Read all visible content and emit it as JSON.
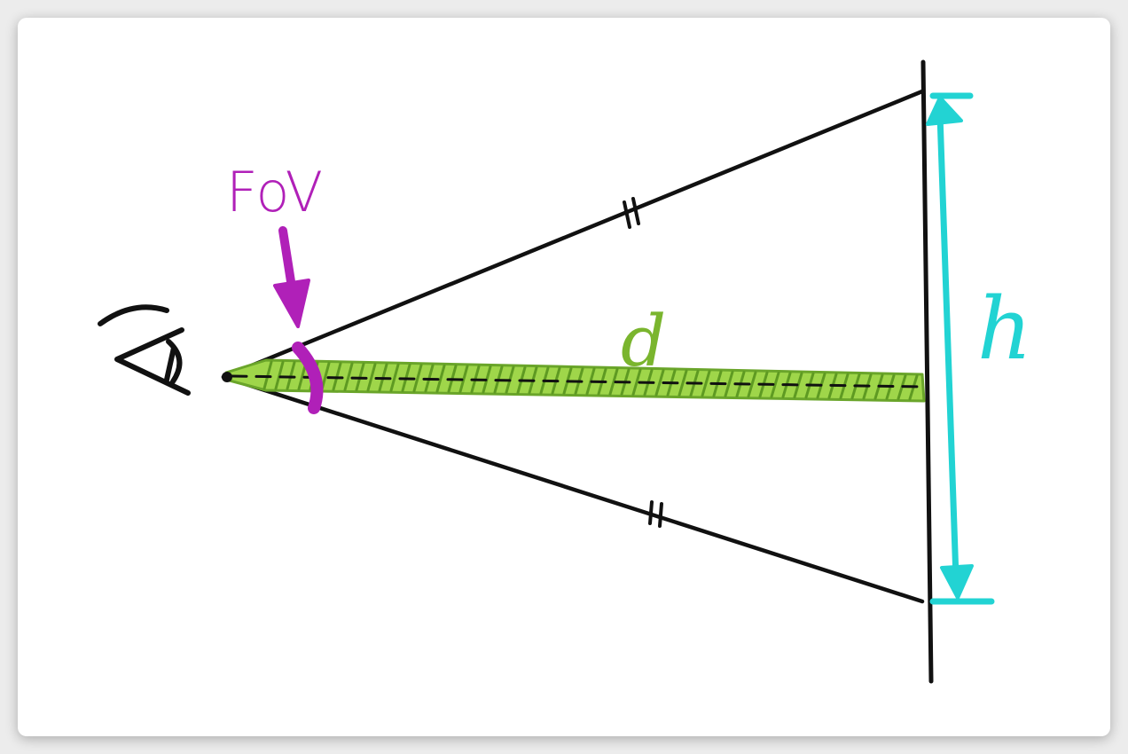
{
  "labels": {
    "fov": "FoV",
    "distance": "d",
    "height": "h"
  },
  "colors": {
    "ink": "#111111",
    "fov": "#b020b8",
    "distance": "#7ab52e",
    "height": "#22d3d3",
    "background": "#ffffff"
  },
  "icons": {
    "viewer": "eye-icon"
  }
}
